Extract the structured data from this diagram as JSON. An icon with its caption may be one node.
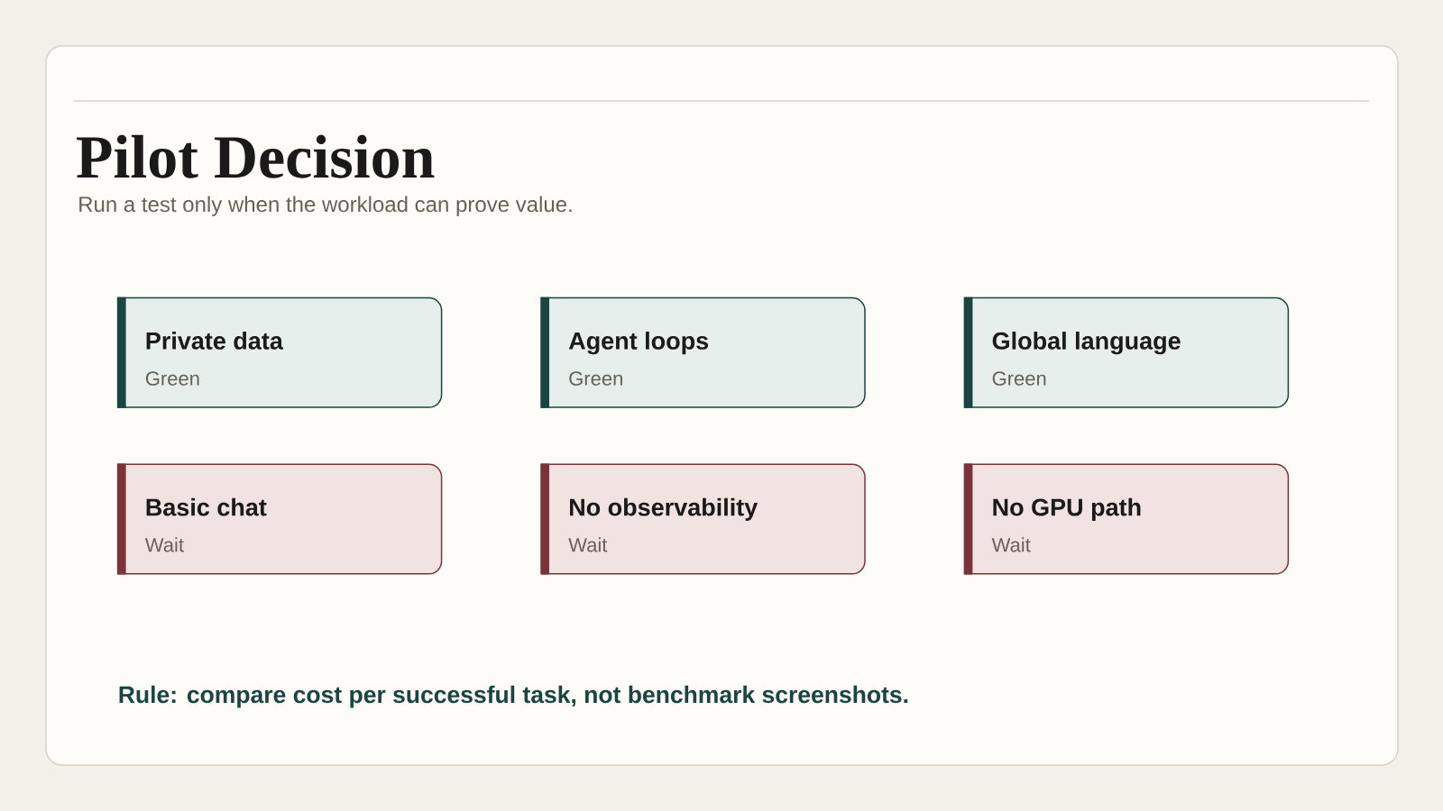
{
  "diagram": {
    "title": "Pilot Decision",
    "nodes": [
      {
        "text": [
          "Private data",
          "Green"
        ]
      },
      {
        "text": [
          "Agent loops",
          "Green"
        ]
      },
      {
        "text": [
          "Global language",
          "Green"
        ]
      },
      {
        "text": [
          "Basic chat",
          "Wait"
        ]
      },
      {
        "text": [
          "No observability",
          "Wait"
        ]
      },
      {
        "text": [
          "No GPU path",
          "Wait"
        ]
      }
    ],
    "labels": [
      "Run a test only when the workload can prove value.",
      "Rule: compare cost per successful task, not benchmark screenshots."
    ]
  }
}
